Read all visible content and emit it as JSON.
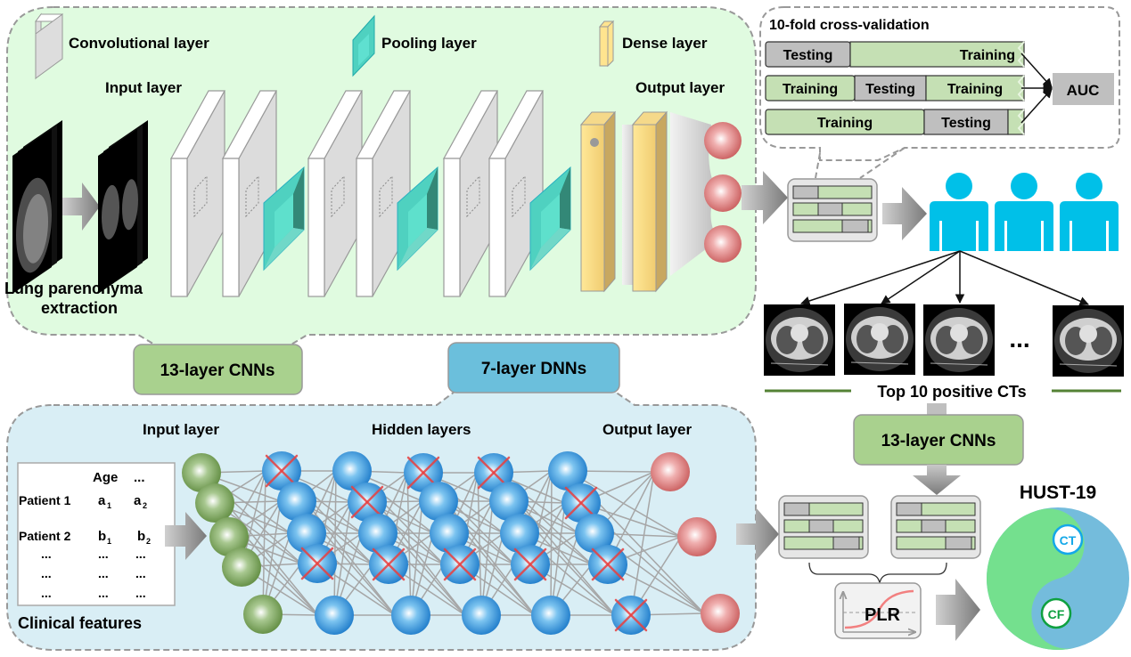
{
  "cnn_panel": {
    "legend": [
      {
        "label": "Convolutional layer",
        "icon": "conv-layer-icon"
      },
      {
        "label": "Pooling layer",
        "icon": "pooling-layer-icon"
      },
      {
        "label": "Dense layer",
        "icon": "dense-layer-icon"
      }
    ],
    "input_label": "Input layer",
    "output_label": "Output layer",
    "extraction_label_1": "Lung parenchyma",
    "extraction_label_2": "extraction",
    "badge": "13-layer CNNs"
  },
  "cv_panel": {
    "title": "10-fold cross-validation",
    "rows": [
      [
        {
          "t": "Testing",
          "k": "test"
        },
        {
          "t": "Training",
          "k": "train"
        }
      ],
      [
        {
          "t": "Training",
          "k": "train"
        },
        {
          "t": "Testing",
          "k": "test"
        },
        {
          "t": "Training",
          "k": "train"
        }
      ],
      [
        {
          "t": "Training",
          "k": "train"
        },
        {
          "t": "Testing",
          "k": "test"
        },
        {
          "t": "",
          "k": "train"
        }
      ]
    ],
    "result": "AUC"
  },
  "ct_selection": {
    "ellipsis": "...",
    "caption": "Top 10 positive CTs",
    "badge": "13-layer CNNs"
  },
  "dnn_panel": {
    "badge": "7-layer DNNs",
    "input_label": "Input layer",
    "hidden_label": "Hidden layers",
    "output_label": "Output layer",
    "table": {
      "header": [
        "",
        "Age",
        "..."
      ],
      "rows": [
        [
          "Patient 1",
          "a",
          "1",
          "a",
          "2"
        ],
        [
          "Patient 2",
          "b",
          "1",
          "b",
          "2"
        ]
      ],
      "ellipsis": "..."
    },
    "table_caption": "Clinical features"
  },
  "fusion": {
    "plr_label": "PLR",
    "model_name": "HUST-19",
    "ct_tag": "CT",
    "cf_tag": "CF"
  },
  "colors": {
    "cnn_bg": "#e0fbe0",
    "dnn_bg": "#d9eef5",
    "green_badge": "#a9d18e",
    "blue_badge": "#6bbfdc",
    "train": "#c5e0b4",
    "test": "#bfbfbf",
    "people": "#00c0e8",
    "pool": "#4fd1c0",
    "dense": "#ffe48f",
    "yin_green": "#74e08e",
    "yin_blue": "#74bcdc"
  }
}
